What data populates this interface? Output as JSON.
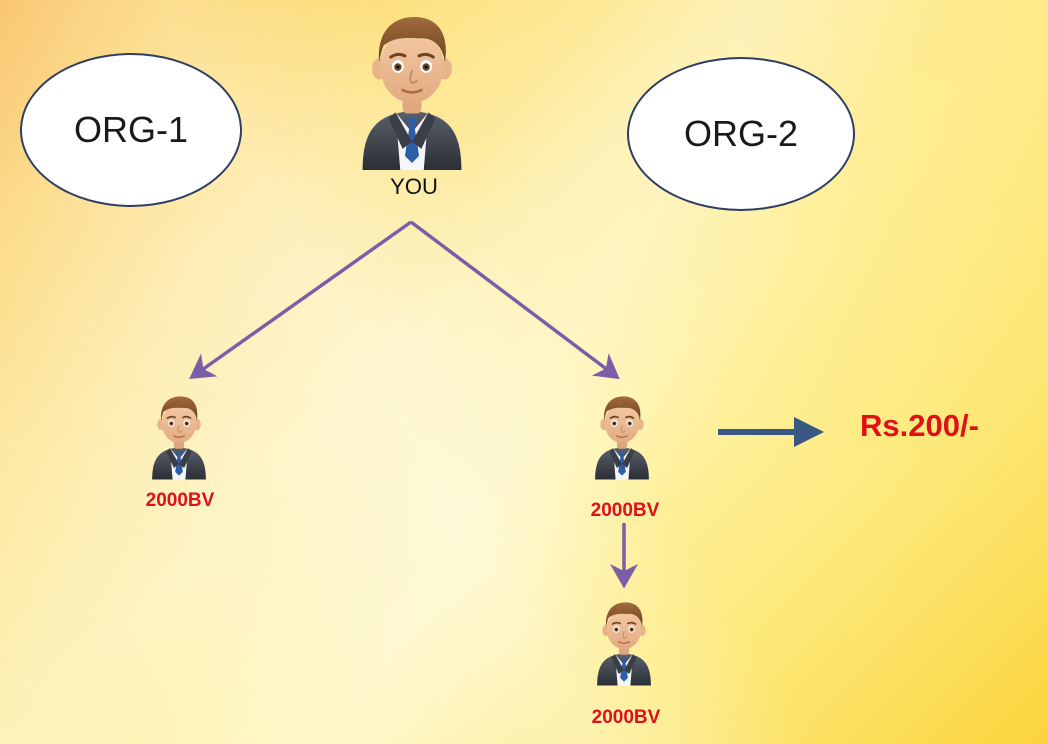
{
  "orgs": {
    "left_label": "ORG-1",
    "right_label": "ORG-2"
  },
  "you_label": "YOU",
  "children": {
    "left_bv": "2000BV",
    "right_bv": "2000BV",
    "bottom_bv": "2000BV"
  },
  "reward": "Rs.200/-",
  "colors": {
    "connector_arrow": "#7b5ea7",
    "reward_arrow": "#3a5683",
    "bv_text": "#e0101a",
    "bubble_border": "#2f3f63"
  },
  "icons": {
    "person": "businessman-icon"
  }
}
